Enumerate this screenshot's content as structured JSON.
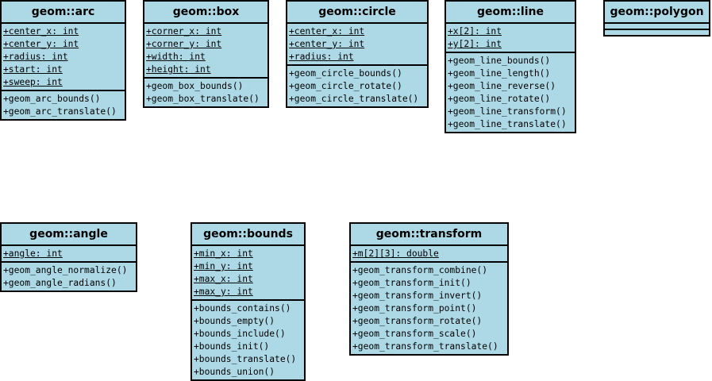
{
  "classes": {
    "arc": {
      "name": "geom::arc",
      "attributes": [
        "+center_x: int",
        "+center_y: int",
        "+radius: int",
        "+start: int",
        "+sweep: int"
      ],
      "operations": [
        "+geom_arc_bounds()",
        "+geom_arc_translate()"
      ]
    },
    "box": {
      "name": "geom::box",
      "attributes": [
        "+corner_x: int",
        "+corner_y: int",
        "+width: int",
        "+height: int"
      ],
      "operations": [
        "+geom_box_bounds()",
        "+geom_box_translate()"
      ]
    },
    "circle": {
      "name": "geom::circle",
      "attributes": [
        "+center_x: int",
        "+center_y: int",
        "+radius: int"
      ],
      "operations": [
        "+geom_circle_bounds()",
        "+geom_circle_rotate()",
        "+geom_circle_translate()"
      ]
    },
    "line": {
      "name": "geom::line",
      "attributes": [
        "+x[2]: int",
        "+y[2]: int"
      ],
      "operations": [
        "+geom_line_bounds()",
        "+geom_line_length()",
        "+geom_line_reverse()",
        "+geom_line_rotate()",
        "+geom_line_transform()",
        "+geom_line_translate()"
      ]
    },
    "polygon": {
      "name": "geom::polygon",
      "attributes": [],
      "operations": []
    },
    "angle": {
      "name": "geom::angle",
      "attributes": [
        "+angle: int"
      ],
      "operations": [
        "+geom_angle_normalize()",
        "+geom_angle_radians()"
      ]
    },
    "bounds": {
      "name": "geom::bounds",
      "attributes": [
        "+min_x: int",
        "+min_y: int",
        "+max_x: int",
        "+max_y: int"
      ],
      "operations": [
        "+bounds_contains()",
        "+bounds_empty()",
        "+bounds_include()",
        "+bounds_init()",
        "+bounds_translate()",
        "+bounds_union()"
      ]
    },
    "transform": {
      "name": "geom::transform",
      "attributes": [
        "+m[2][3]: double"
      ],
      "operations": [
        "+geom_transform_combine()",
        "+geom_transform_init()",
        "+geom_transform_invert()",
        "+geom_transform_point()",
        "+geom_transform_rotate()",
        "+geom_transform_scale()",
        "+geom_transform_translate()"
      ]
    }
  }
}
